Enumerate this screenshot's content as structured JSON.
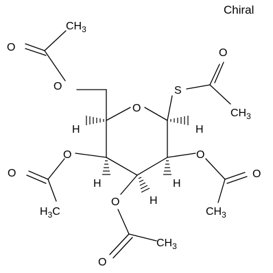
{
  "stereo_label": "Chiral",
  "atoms": {
    "S": "S",
    "O": "O",
    "H": "H",
    "CH3": "CH",
    "H3C": "H",
    "sub3": "3",
    "C_": "C"
  },
  "colors": {
    "ink": "#000000",
    "background": "#ffffff"
  }
}
